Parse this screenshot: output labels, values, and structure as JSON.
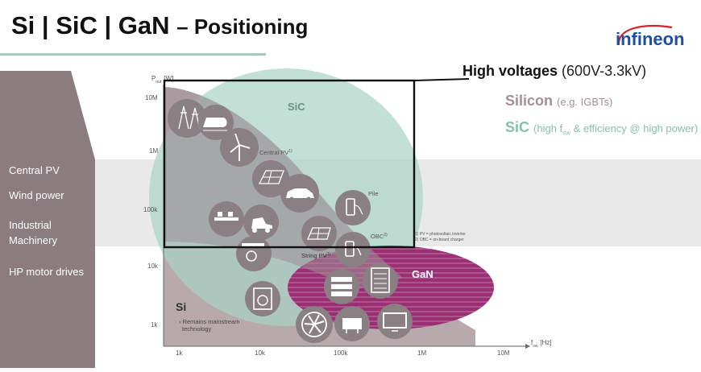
{
  "header": {
    "title": "Si | SiC | GaN",
    "subtitle": "– Positioning",
    "logo_text": "infineon"
  },
  "legend": {
    "high_voltages": "High voltages",
    "high_voltages_range": "(600V-3.3kV)",
    "silicon": "Silicon",
    "silicon_note": "(e.g. IGBTs)",
    "sic": "SiC",
    "sic_note": "(high f",
    "sic_note_sub": "sw",
    "sic_note_tail": " & efficiency @ high power)"
  },
  "applications": [
    "Central PV",
    "Wind power",
    "Industrial Machinery",
    "HP motor drives"
  ],
  "axes": {
    "y_label": "P",
    "y_label_sub": "out",
    "y_unit": "[W]",
    "x_label": "f",
    "x_label_sub": "sw",
    "x_unit": "[Hz]",
    "y_ticks": [
      "10M",
      "1M",
      "100k",
      "10k",
      "1k"
    ],
    "x_ticks": [
      "1k",
      "10k",
      "100k",
      "1M",
      "10M"
    ]
  },
  "regions": {
    "si": "Si",
    "si_note": "Remains mainstream technology",
    "sic": "SiC",
    "gan": "GaN"
  },
  "point_labels": {
    "central_pv": "Central PV",
    "central_pv_sup": "1)",
    "pile": "Pile",
    "obc": "OBC",
    "obc_sup": "2)",
    "string_pv": "String PV",
    "string_pv_sup": "1)"
  },
  "footnotes": [
    "1) PV = photovoltaic inverter",
    "2) OBC = on-board charger"
  ],
  "colors": {
    "si": "#b8a9ad",
    "sic": "#a8d3c5",
    "gan": "#9b2f73",
    "band": "#e9e9e9",
    "icon": "#8a7f82",
    "left_panel": "#8b7c80",
    "accent_rule": "#a9c9bd",
    "logo": "#1f4fa0",
    "logo_arc": "#d2232a"
  },
  "icons": [
    {
      "name": "power-transmission-tower-icon",
      "label": ""
    },
    {
      "name": "train-icon",
      "label": ""
    },
    {
      "name": "wind-turbine-icon",
      "label": ""
    },
    {
      "name": "solar-farm-icon",
      "label": ""
    },
    {
      "name": "electric-car-icon",
      "label": ""
    },
    {
      "name": "conveyor-icon",
      "label": ""
    },
    {
      "name": "construction-vehicle-icon",
      "label": ""
    },
    {
      "name": "charging-station-icon",
      "label": ""
    },
    {
      "name": "rooftop-solar-icon",
      "label": ""
    },
    {
      "name": "onboard-charger-icon",
      "label": ""
    },
    {
      "name": "motor-drive-icon",
      "label": ""
    },
    {
      "name": "server-rack-icon",
      "label": ""
    },
    {
      "name": "server-cabinet-icon",
      "label": ""
    },
    {
      "name": "washing-machine-icon",
      "label": ""
    },
    {
      "name": "fan-icon",
      "label": ""
    },
    {
      "name": "power-adapter-icon",
      "label": ""
    },
    {
      "name": "tv-monitor-icon",
      "label": ""
    }
  ]
}
